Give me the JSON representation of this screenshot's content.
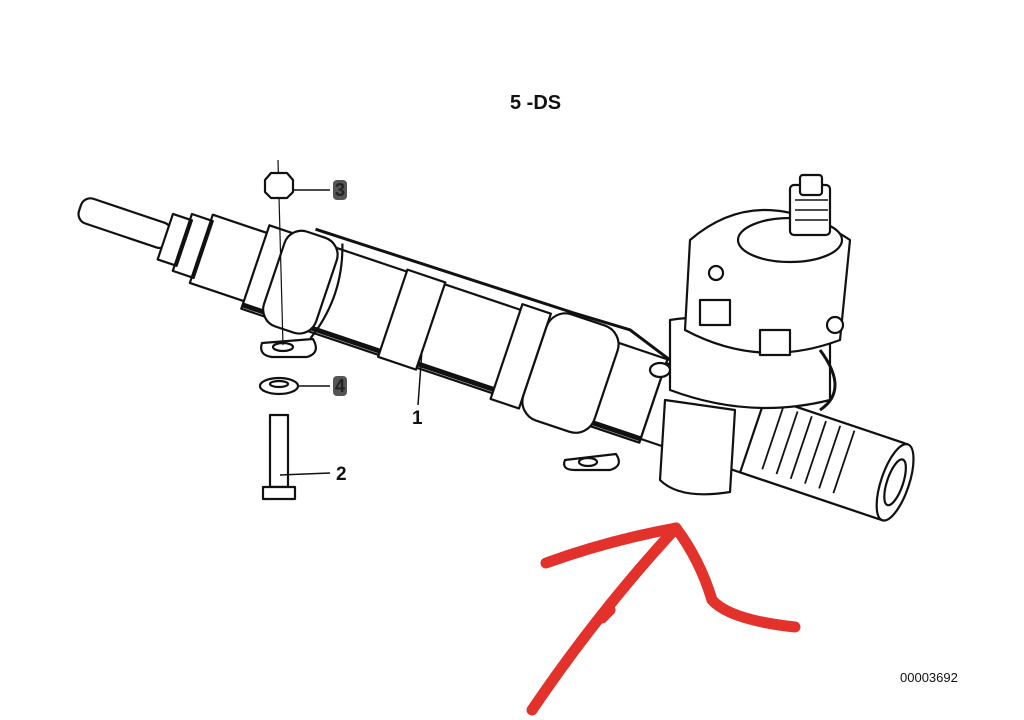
{
  "diagram": {
    "title": "5 -DS",
    "part_number": "00003692",
    "callouts": [
      {
        "number": "1",
        "part": "steering-rack"
      },
      {
        "number": "2",
        "part": "bolt"
      },
      {
        "number": "3",
        "part": "nut",
        "highlighted": true
      },
      {
        "number": "4",
        "part": "washer",
        "highlighted": true
      }
    ],
    "annotation": {
      "type": "hand-drawn-arrow",
      "color": "#e3312b"
    }
  }
}
